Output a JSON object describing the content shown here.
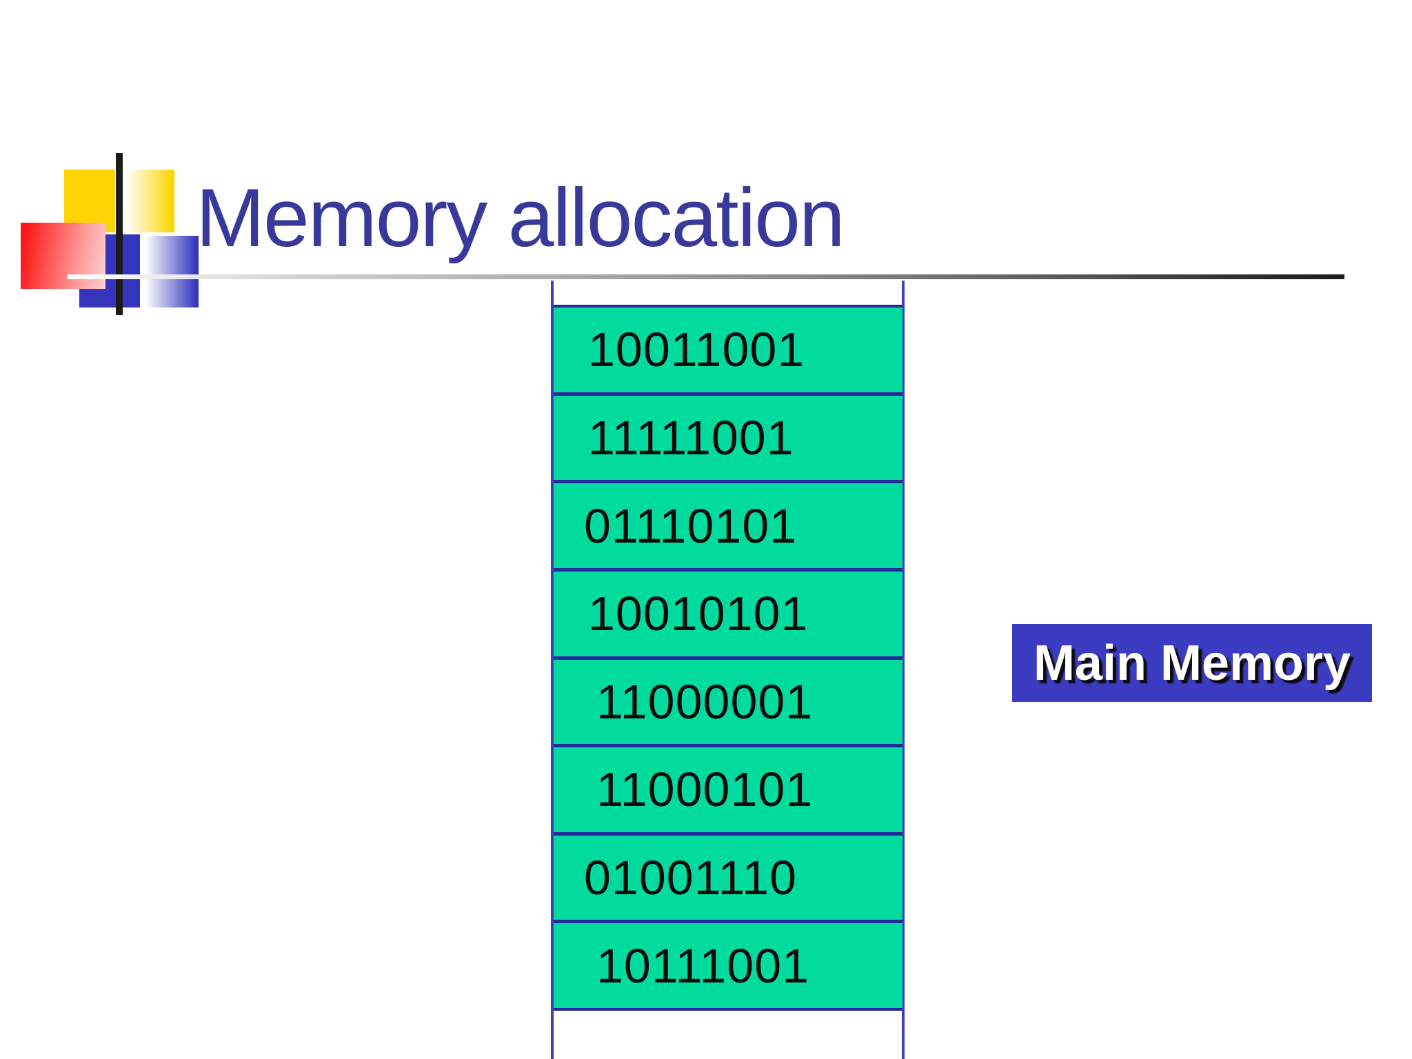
{
  "title": "Memory allocation",
  "memory": {
    "cells": [
      "10011001",
      "11111001",
      "01110101",
      "10010101",
      "11000001",
      "11000101",
      "01001110",
      "10111001"
    ]
  },
  "label": {
    "text": "Main Memory"
  },
  "colors": {
    "title_text": "#39399b",
    "cell_fill": "#02db9e",
    "cell_border": "#29299e",
    "guide_line": "#3e3ec0",
    "label_bg": "#3c3cc2",
    "label_text": "#ffffff",
    "binary_text": "#0c0c0c",
    "accent_yellow": "#ffd403",
    "accent_red": "#fe1414",
    "accent_blue": "#3434bd"
  },
  "decoration": {
    "shapes": [
      "yellow-solid-square",
      "yellow-gradient-square",
      "red-gradient-square",
      "blue-solid-square",
      "blue-gradient-square",
      "black-vertical-line"
    ]
  }
}
